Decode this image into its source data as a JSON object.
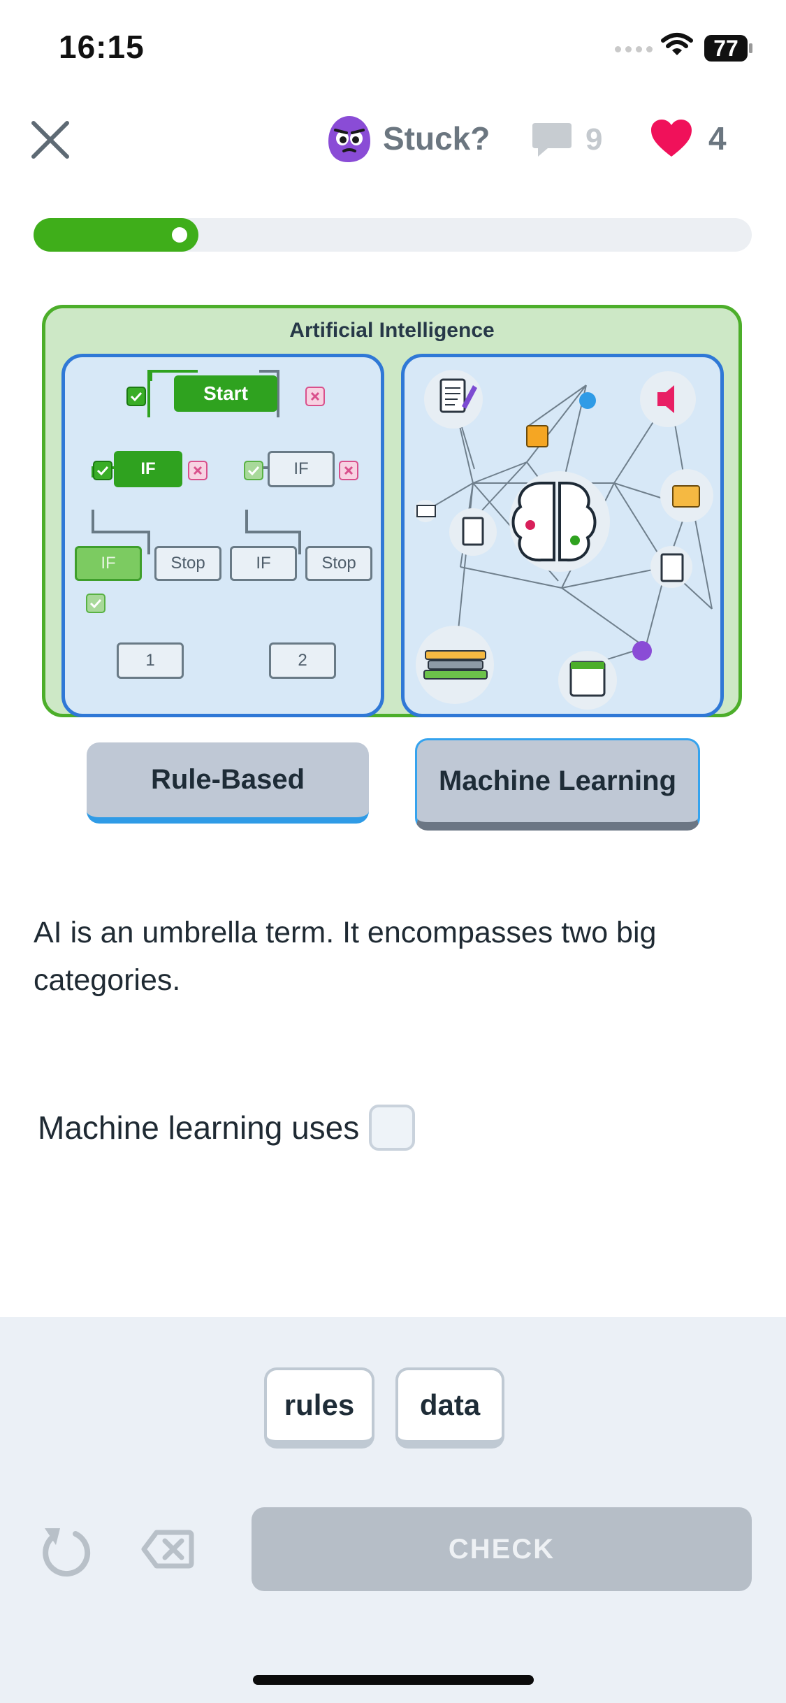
{
  "status_bar": {
    "time": "16:15",
    "battery": "77"
  },
  "header": {
    "stuck_label": "Stuck?",
    "comment_count": "9",
    "heart_count": "4"
  },
  "progress": {
    "fraction": 0.23,
    "color": "#3fae1a"
  },
  "illustration": {
    "title": "Artificial Intelligence",
    "flowchart": {
      "start": "Start",
      "if_a": "IF",
      "if_b": "IF",
      "if_c": "IF",
      "stop_a": "Stop",
      "if_d": "IF",
      "stop_b": "Stop",
      "out_1": "1",
      "out_2": "2"
    }
  },
  "categories": {
    "rule_based": "Rule-Based",
    "machine_learning": "Machine Learning"
  },
  "description": "AI is an umbrella term. It encompasses two big categories.",
  "exercise": {
    "prompt": "Machine learning uses"
  },
  "word_bank": {
    "rules": "rules",
    "data": "data"
  },
  "actions": {
    "check": "CHECK"
  },
  "colors": {
    "accent_green": "#3fae1a",
    "accent_blue": "#2f78d6",
    "heart": "#f0115a",
    "stuck_avatar": "#8a4cd6"
  }
}
